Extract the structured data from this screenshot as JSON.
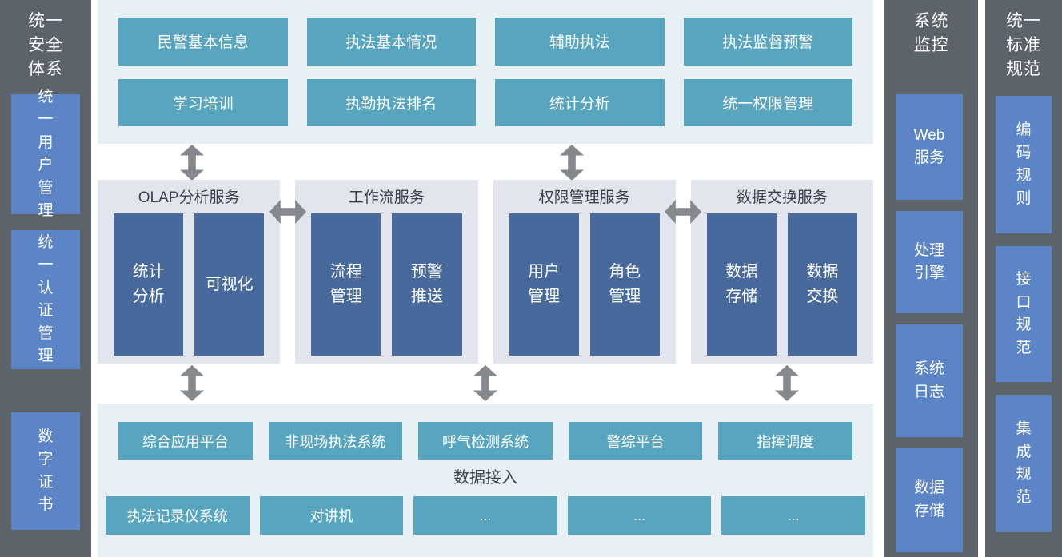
{
  "colors": {
    "teal": "#57a5bf",
    "navy": "#47699b",
    "blue": "#5b85c7",
    "gray": "#5c636b",
    "light_blue_bg": "#e7f1f5",
    "lavender_bg": "#e3e5ee",
    "arrow": "#85898d",
    "dark_text": "#3b424c"
  },
  "left_sidebar": {
    "title": "统一\n安全\n体系",
    "items": [
      "统一用户管理",
      "统一认证管理",
      "数字证书"
    ]
  },
  "application_layer": {
    "rows": [
      [
        "民警基本信息",
        "执法基本情况",
        "辅助执法",
        "执法监督预警"
      ],
      [
        "学习培训",
        "执勤执法排名",
        "统计分析",
        "统一权限管理"
      ]
    ]
  },
  "service_layer": {
    "panels": [
      {
        "title": "OLAP分析服务",
        "boxes": [
          "统计\n分析",
          "可视化"
        ]
      },
      {
        "title": "工作流服务",
        "boxes": [
          "流程\n管理",
          "预警\n推送"
        ]
      },
      {
        "title": "权限管理服务",
        "boxes": [
          "用户\n管理",
          "角色\n管理"
        ]
      },
      {
        "title": "数据交换服务",
        "boxes": [
          "数据\n存储",
          "数据\n交换"
        ]
      }
    ]
  },
  "access_layer": {
    "row1": [
      "综合应用平台",
      "非现场执法系统",
      "呼气检测系统",
      "警综平台",
      "指挥调度"
    ],
    "label": "数据接入",
    "row2": [
      "执法记录仪系统",
      "对讲机",
      "...",
      "...",
      "..."
    ]
  },
  "monitor_column": {
    "title": "系统\n监控",
    "items": [
      "Web\n服务",
      "处理\n引擎",
      "系统\n日志",
      "数据\n存储"
    ]
  },
  "standards_column": {
    "title": "统一\n标准\n规范",
    "items": [
      "编码规则",
      "接口规范",
      "集成规范"
    ]
  }
}
